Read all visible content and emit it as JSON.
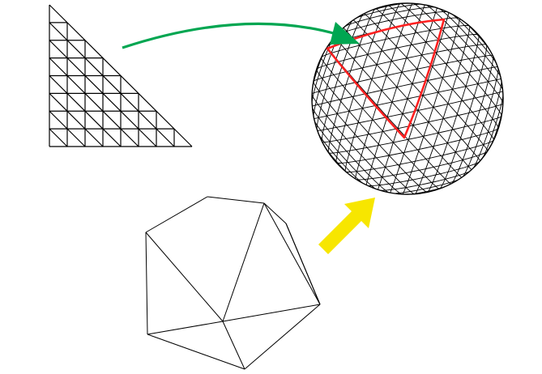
{
  "diagram": {
    "triangle_grid": {
      "subdivisions": 8,
      "line_color": "#000000"
    },
    "icosahedron": {
      "line_color": "#000000"
    },
    "geodesic_sphere": {
      "line_color": "#000000",
      "highlight_color": "#ff2020"
    },
    "arrows": {
      "mapping_arrow": {
        "color": "#00a651",
        "direction": "triangle-grid-to-sphere"
      },
      "refinement_arrow": {
        "color": "#f7e600",
        "direction": "icosahedron-to-sphere"
      }
    }
  }
}
